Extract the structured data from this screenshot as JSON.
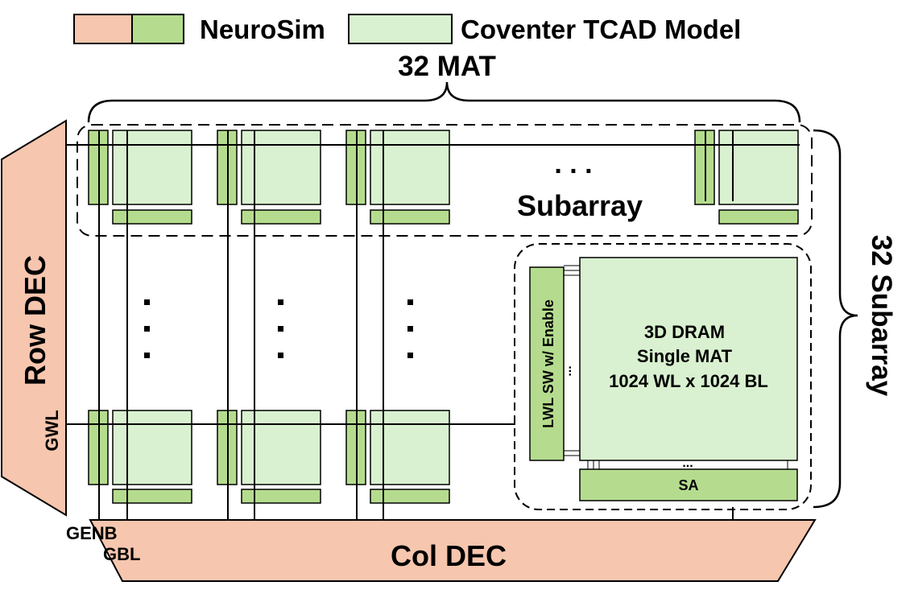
{
  "legend": {
    "neurosim_label": "NeuroSim",
    "coventer_label": "Coventer TCAD Model"
  },
  "labels": {
    "mat_count": "32 MAT",
    "subarray_count": "32 Subarray",
    "subarray": "Subarray",
    "row_dec": "Row DEC",
    "col_dec": "Col DEC",
    "gwl": "GWL",
    "genb": "GENB",
    "gbl": "GBL",
    "lwl_sw": "LWL SW w/ Enable",
    "sa": "SA",
    "mat_line1": "3D DRAM",
    "mat_line2": "Single MAT",
    "mat_line3": "1024 WL x 1024 BL",
    "ellipsis_h": ". . .",
    "ellipsis_small": "..."
  },
  "colors": {
    "neurosim_salmon": "#F6C6AE",
    "neurosim_green": "#B5DC8E",
    "coventer_light_green": "#D9F1D0",
    "stroke": "#000000"
  }
}
